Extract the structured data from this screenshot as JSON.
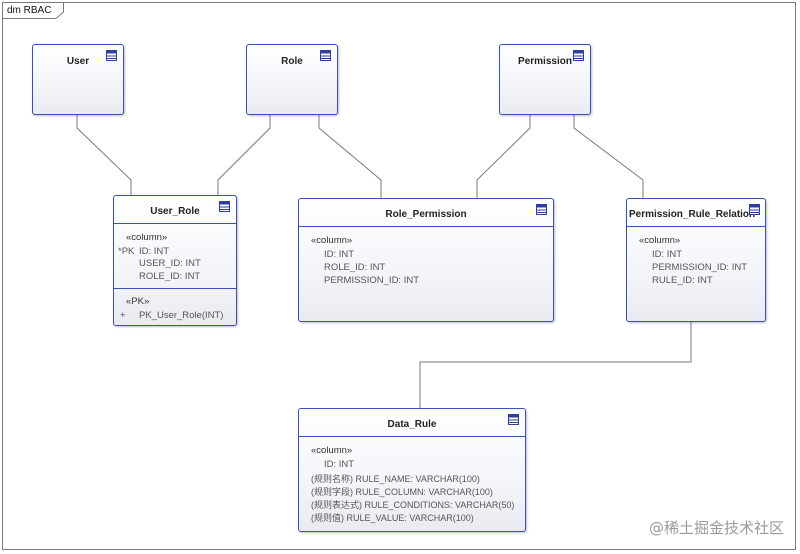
{
  "diagram": {
    "frame_label": "dm RBAC",
    "watermark": "@稀土掘金技术社区"
  },
  "entities": {
    "user": {
      "title": "User"
    },
    "role": {
      "title": "Role"
    },
    "permission": {
      "title": "Permission"
    },
    "user_role": {
      "title": "User_Role",
      "stereotype": "«column»",
      "columns": [
        {
          "prefix": "*PK",
          "text": "ID: INT"
        },
        {
          "prefix": "",
          "text": "USER_ID: INT"
        },
        {
          "prefix": "",
          "text": "ROLE_ID: INT"
        }
      ],
      "pk_stereotype": "«PK»",
      "pk_ops": [
        {
          "prefix": "+",
          "text": "PK_User_Role(INT)"
        }
      ]
    },
    "role_permission": {
      "title": "Role_Permission",
      "stereotype": "«column»",
      "columns": [
        {
          "text": "ID: INT"
        },
        {
          "text": "ROLE_ID: INT"
        },
        {
          "text": "PERMISSION_ID: INT"
        }
      ]
    },
    "permission_rule_relation": {
      "title": "Permission_Rule_Relation",
      "stereotype": "«column»",
      "columns": [
        {
          "text": "ID: INT"
        },
        {
          "text": "PERMISSION_ID: INT"
        },
        {
          "text": "RULE_ID: INT"
        }
      ]
    },
    "data_rule": {
      "title": "Data_Rule",
      "stereotype": "«column»",
      "columns": [
        {
          "text": "ID: INT"
        },
        {
          "text": "(规则名称) RULE_NAME: VARCHAR(100)"
        },
        {
          "text": "(规则字段) RULE_COLUMN: VARCHAR(100)"
        },
        {
          "text": "(规则表达式) RULE_CONDITIONS: VARCHAR(50)"
        },
        {
          "text": "(规则值) RULE_VALUE: VARCHAR(100)"
        }
      ]
    }
  }
}
